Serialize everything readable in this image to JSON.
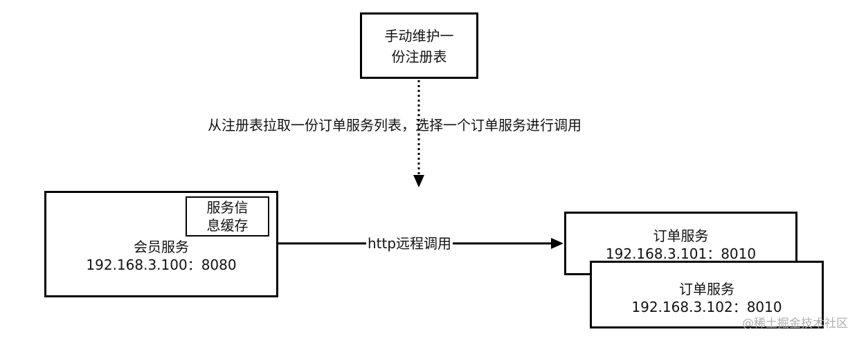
{
  "registry": {
    "line1": "手动维护一",
    "line2": "份注册表"
  },
  "pull_label": "从注册表拉取一份订单服务列表，选择一个订单服务进行调用",
  "member_service": {
    "cache_line1": "服务信",
    "cache_line2": "息缓存",
    "name": "会员服务",
    "address": "192.168.3.100：8080"
  },
  "http_label": "http远程调用",
  "order_services": [
    {
      "name": "订单服务",
      "address": "192.168.3.101：8010"
    },
    {
      "name": "订单服务",
      "address": "192.168.3.102：8010"
    }
  ],
  "watermark": "@稀土掘金技术社区"
}
